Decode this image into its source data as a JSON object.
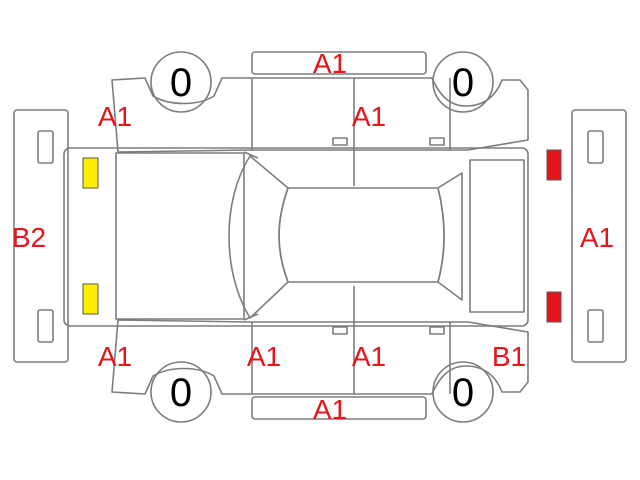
{
  "colors": {
    "outline": "#7d7d7d",
    "damage_label": "#e8141b",
    "tire_text": "#000000",
    "front_light": "#ffee00",
    "rear_light": "#e8141b"
  },
  "labels": {
    "roof_top": "A1",
    "front_left_fender": "A1",
    "rear_right_door": "A1",
    "front_bumper": "B2",
    "rear_bumper": "A1",
    "front_right_fender": "A1",
    "front_right_door": "A1",
    "rear_left_door": "A1",
    "rear_right_fender": "B1",
    "roof_bottom": "A1"
  },
  "tires": {
    "front_left": "0",
    "rear_left": "0",
    "front_right": "0",
    "rear_right": "0"
  }
}
